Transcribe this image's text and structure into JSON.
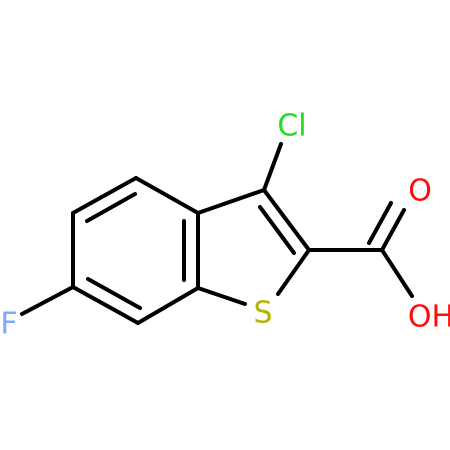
{
  "atoms": {
    "chlorine": {
      "label": "Cl",
      "color": "#22dd22"
    },
    "oxygen_carbonyl": {
      "label": "O",
      "color": "#ff0d0d"
    },
    "hydroxyl": {
      "label": "OH",
      "color": "#ff0d0d"
    },
    "sulfur": {
      "label": "S",
      "color": "#b5b500"
    },
    "fluorine": {
      "label": "F",
      "color": "#7fa8ff"
    }
  },
  "bond_color": "#000000",
  "background": "#ffffff"
}
